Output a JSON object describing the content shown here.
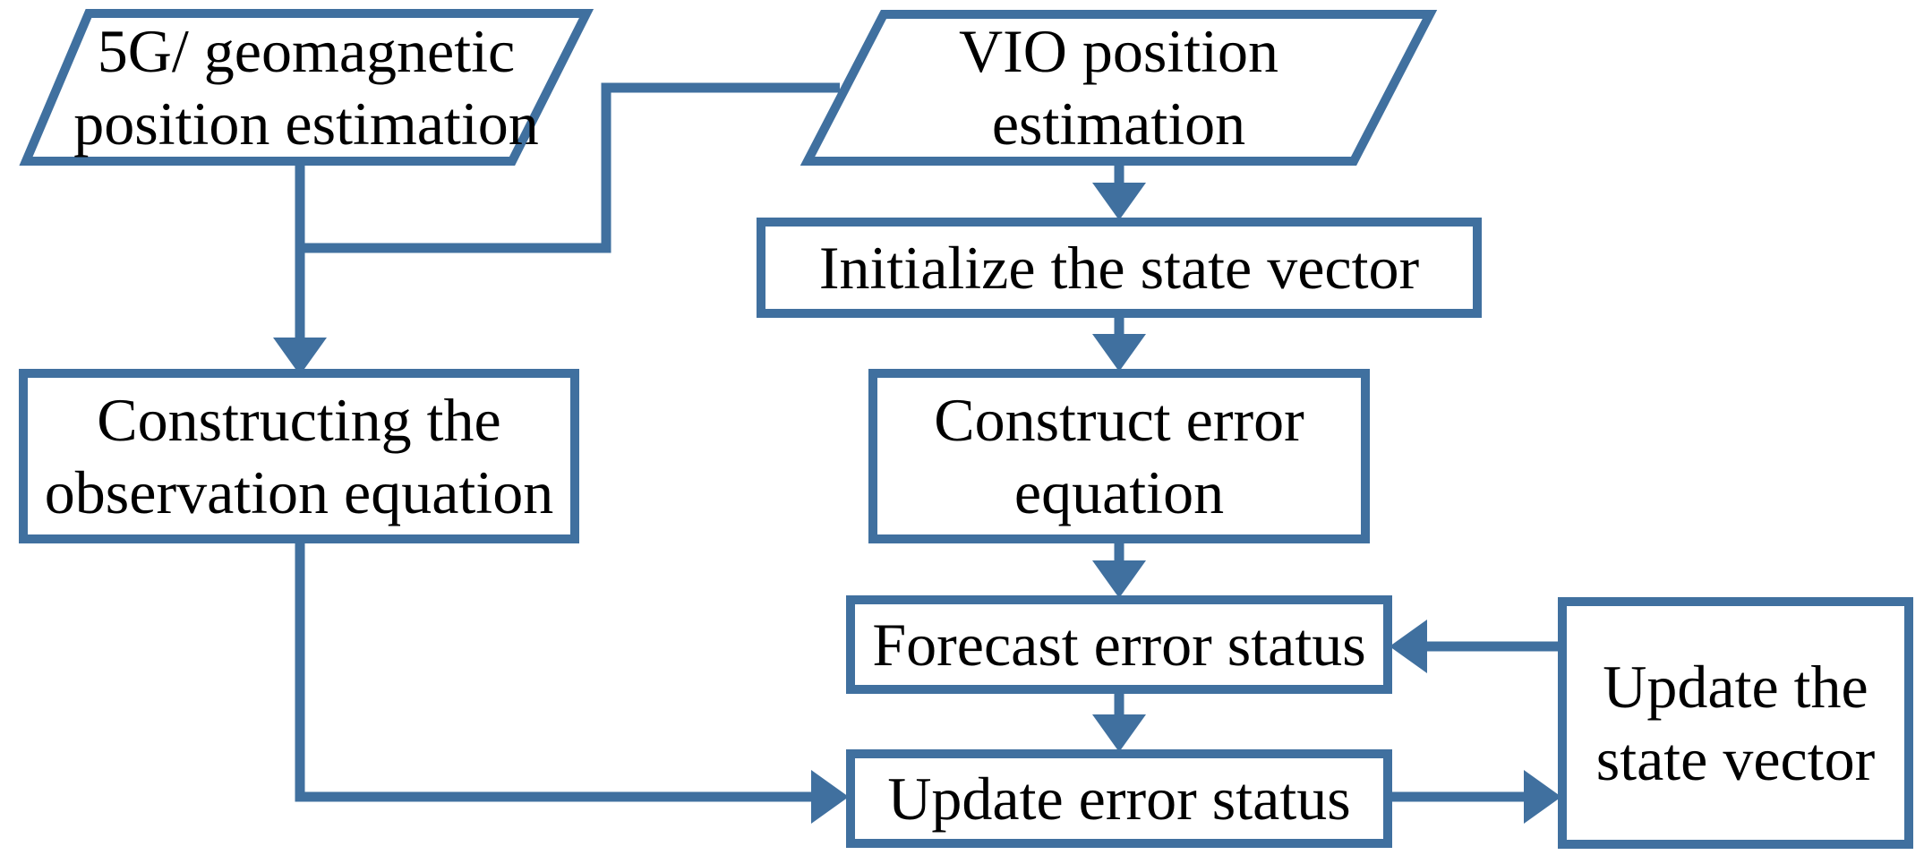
{
  "figure": {
    "type": "flowchart",
    "colors": {
      "accent": "#40709F",
      "text": "#000000",
      "background": "#FFFFFF"
    },
    "nodes": [
      {
        "id": "5g-geomagnetic-position-estimation",
        "shape": "parallelogram",
        "label": "5G/ geomagnetic position estimation",
        "lines": [
          "5G/ geomagnetic",
          "position estimation"
        ]
      },
      {
        "id": "vio-position-estimation",
        "shape": "parallelogram",
        "label": "VIO position estimation",
        "lines": [
          "VIO position",
          "estimation"
        ]
      },
      {
        "id": "initialize-state-vector",
        "shape": "rectangle",
        "label": "Initialize the state vector",
        "lines": [
          "Initialize the state vector"
        ]
      },
      {
        "id": "construct-error-equation",
        "shape": "rectangle",
        "label": "Construct error equation",
        "lines": [
          "Construct error",
          "equation"
        ]
      },
      {
        "id": "forecast-error-status",
        "shape": "rectangle",
        "label": "Forecast error status",
        "lines": [
          "Forecast error status"
        ]
      },
      {
        "id": "update-error-status",
        "shape": "rectangle",
        "label": "Update error status",
        "lines": [
          "Update error status"
        ]
      },
      {
        "id": "update-state-vector",
        "shape": "rectangle",
        "label": "Update the state vector",
        "lines": [
          "Update the",
          "state vector"
        ]
      },
      {
        "id": "constructing-observation-equation",
        "shape": "rectangle",
        "label": "Constructing the observation equation",
        "lines": [
          "Constructing the",
          "observation equation"
        ]
      }
    ],
    "edges": [
      {
        "from": "5g-geomagnetic-position-estimation",
        "to": "constructing-observation-equation"
      },
      {
        "from": "vio-position-estimation",
        "to": "constructing-observation-equation"
      },
      {
        "from": "vio-position-estimation",
        "to": "initialize-state-vector"
      },
      {
        "from": "initialize-state-vector",
        "to": "construct-error-equation"
      },
      {
        "from": "construct-error-equation",
        "to": "forecast-error-status"
      },
      {
        "from": "forecast-error-status",
        "to": "update-error-status"
      },
      {
        "from": "constructing-observation-equation",
        "to": "update-error-status"
      },
      {
        "from": "update-error-status",
        "to": "update-state-vector"
      },
      {
        "from": "update-state-vector",
        "to": "forecast-error-status"
      }
    ]
  }
}
